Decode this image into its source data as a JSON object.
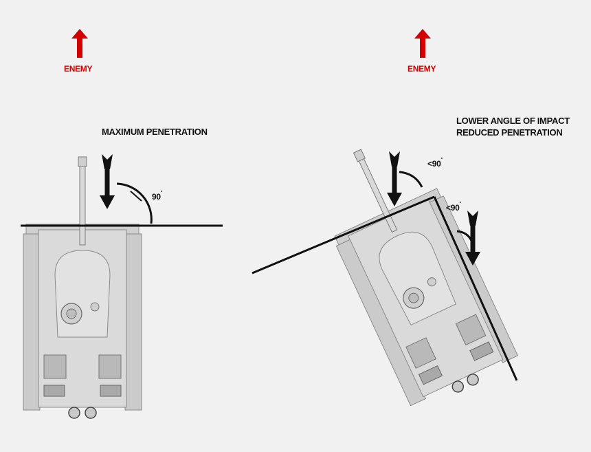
{
  "colors": {
    "background": "#f1f1f1",
    "enemy_red": "#d40000",
    "tank_gray": "#d7d7d7",
    "ink": "#111111"
  },
  "left_panel": {
    "enemy_label": "ENEMY",
    "caption": "MAXIMUM PENETRATION",
    "angle": {
      "value": "90",
      "mark": "˚"
    }
  },
  "right_panel": {
    "enemy_label": "ENEMY",
    "caption_line1": "LOWER ANGLE OF IMPACT",
    "caption_line2": "REDUCED PENETRATION",
    "angle_front": {
      "value": "<90",
      "mark": "˚"
    },
    "angle_side": {
      "value": "<90",
      "mark": "˚"
    }
  },
  "icons": [
    "enemy-direction-arrow",
    "shell-arrow",
    "tank-top-view"
  ]
}
